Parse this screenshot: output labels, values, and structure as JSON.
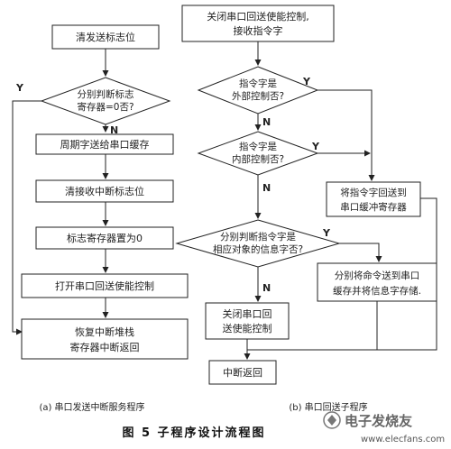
{
  "left": {
    "clear_flag": "清发送标志位",
    "judge_reg_line1": "分别判断标志",
    "judge_reg_line2": "寄存器=0否?",
    "yes": "Y",
    "no": "N",
    "week_to_buffer": "周期字送给串口缓存",
    "clear_rx_flag": "清接收中断标志位",
    "set_flag_reg": "标志寄存器置为0",
    "open_tx_enable": "打开串口回送使能控制",
    "restore_line1": "恢复中断堆栈",
    "restore_line2": "寄存器中断返回",
    "caption": "(a) 串口发送中断服务程序"
  },
  "right": {
    "close_rx_line1": "关闭串口回送使能控制,",
    "close_rx_line2": "接收指令字",
    "d1_line1": "指令字是",
    "d1_line2": "外部控制否?",
    "d2_line1": "指令字是",
    "d2_line2": "内部控制否?",
    "send_cmd_line1": "将指令字回送到",
    "send_cmd_line2": "串口缓冲寄存器",
    "d3_line1": "分别判断指令字是",
    "d3_line2": "相应对象的信息字否?",
    "store_line1": "分别将命令送到串口",
    "store_line2": "缓存并将信息字存储.",
    "close_tx_line1": "关闭串口回",
    "close_tx_line2": "送使能控制",
    "return": "中断返回",
    "yes": "Y",
    "no": "N",
    "caption": "(b) 串口回送子程序"
  },
  "figure_title": "图 5    子程序设计流程图",
  "watermark": {
    "brand": "电子发烧友",
    "url": "www.elecfans.com"
  }
}
